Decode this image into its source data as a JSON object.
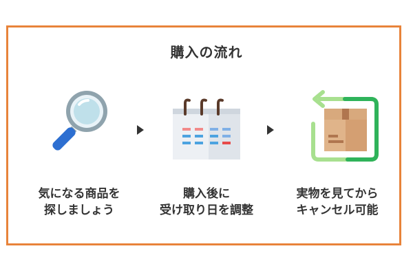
{
  "title": "購入の流れ",
  "steps": [
    {
      "icon": "magnifying-glass-icon",
      "lines": [
        "気になる商品を",
        "探しましょう"
      ]
    },
    {
      "icon": "calendar-icon",
      "lines": [
        "購入後に",
        "受け取り日を調整"
      ]
    },
    {
      "icon": "box-return-icon",
      "lines": [
        "実物を見てから",
        "キャンセル可能"
      ]
    }
  ],
  "colors": {
    "border": "#e8833a",
    "text": "#333333",
    "lens_blue": "#2d6fd1",
    "ring_gray": "#8fa3ad",
    "return_green": "#2fb35a",
    "return_light_green": "#a8e08f",
    "box_tan": "#e0b48a"
  }
}
